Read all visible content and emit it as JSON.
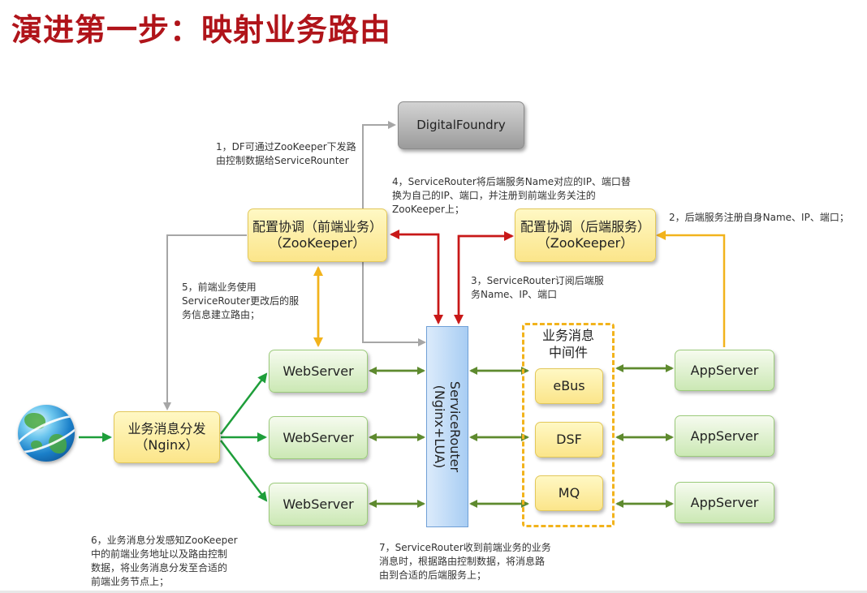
{
  "title": "演进第一步：映射业务路由",
  "nodes": {
    "digital_foundry": "DigitalFoundry",
    "config_frontend": "配置协调（前端业务）\n（ZooKeeper）",
    "config_backend": "配置协调（后端服务）\n（ZooKeeper）",
    "dispatcher": "业务消息分发\n（Nginx）",
    "webservers": [
      "WebServer",
      "WebServer",
      "WebServer"
    ],
    "service_router": "ServiceRouter\n(Nginx+LUA)",
    "middleware_title": "业务消息\n中间件",
    "middleware_items": [
      "eBus",
      "DSF",
      "MQ"
    ],
    "appservers": [
      "AppServer",
      "AppServer",
      "AppServer"
    ]
  },
  "notes": {
    "n1": "1，DF可通过ZooKeeper下发路\n由控制数据给ServiceRounter",
    "n2": "2，后端服务注册自身Name、IP、端口；",
    "n3": "3，ServiceRouter订阅后端服\n务Name、IP、端口",
    "n4": "4，ServiceRouter将后端服务Name对应的IP、端口替\n换为自己的IP、端口，并注册到前端业务关注的\nZooKeeper上；",
    "n5": "5，前端业务使用\nServiceRouter更改后的服\n务信息建立路由；",
    "n6": "6，业务消息分发感知ZooKeeper\n中的前端业务地址以及路由控制\n数据，将业务消息分发至合适的\n前端业务节点上；",
    "n7": "7，ServiceRouter收到前端业务的业务\n消息时，根据路由控制数据，将消息路\n由到合适的后端服务上；"
  },
  "colors": {
    "title": "#b0141a",
    "red_arrow": "#c81818",
    "yellow_arrow": "#f2b31c",
    "green_arrow": "#1e9e3a",
    "olive_arrow": "#5e8a2e",
    "gray_arrow": "#a6a6a6"
  },
  "icons": [
    "globe-icon"
  ]
}
